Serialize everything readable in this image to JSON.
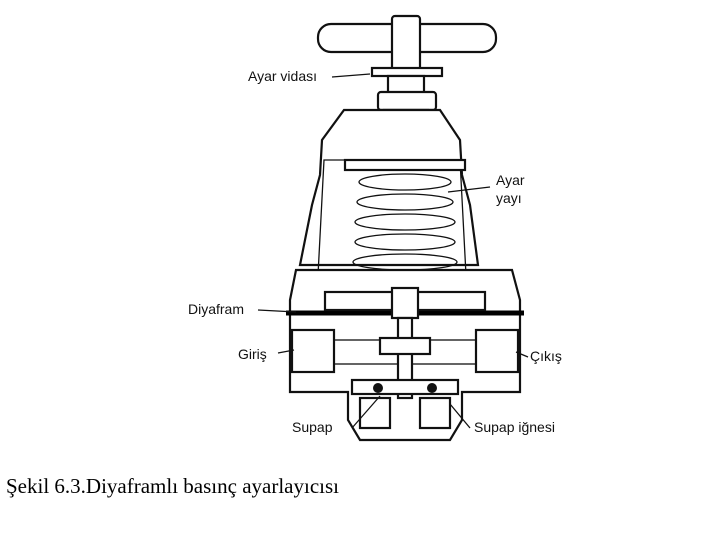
{
  "labels": {
    "ayar_vidasi": "Ayar vidası",
    "ayar": "Ayar",
    "yayi": "yayı",
    "diyafram": "Diyafram",
    "giris": "Giriş",
    "cikis": "Çıkış",
    "supap": "Supap",
    "supap_ignesi": "Supap iğnesi"
  },
  "caption": "Şekil 6.3.Diyaframlı basınç ayarlayıcısı"
}
